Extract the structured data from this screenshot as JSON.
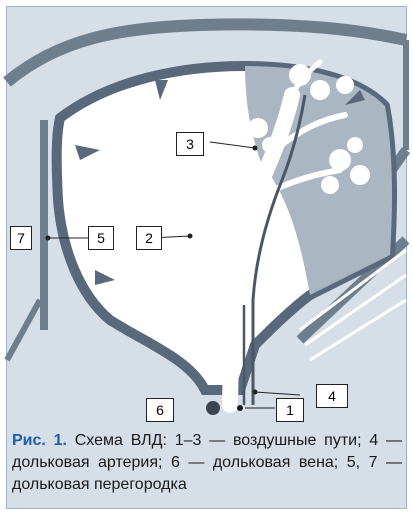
{
  "figure": {
    "labels": [
      "1",
      "2",
      "3",
      "4",
      "5",
      "6",
      "7"
    ]
  },
  "caption": {
    "prefix": "Рис. 1.",
    "text": " Схема ВЛД: 1–3 — воздушные пути; 4 — дольковая артерия; 6 — дольковая вена; 5, 7 — дольковая перегородка"
  },
  "colors": {
    "background": "#d6dee7",
    "septum": "#6f7e8c",
    "acinus": "#aab6c2",
    "airway": "#ffffff",
    "accent": "#1b5fa8"
  }
}
